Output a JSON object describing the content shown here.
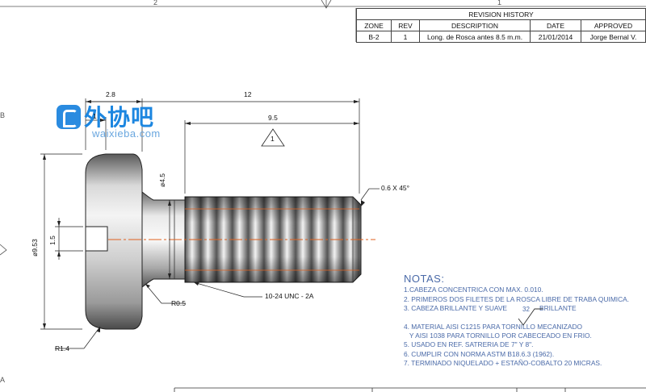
{
  "zones": {
    "top": [
      "2",
      "1"
    ],
    "left": [
      "B",
      "A"
    ]
  },
  "revision_table": {
    "title": "REVISION HISTORY",
    "headers": [
      "ZONE",
      "REV",
      "DESCRIPTION",
      "DATE",
      "APPROVED"
    ],
    "rows": [
      [
        "B-2",
        "1",
        "Long. de Rosca antes 8.5 m.m.",
        "21/01/2014",
        "Jorge Bernal V."
      ]
    ]
  },
  "watermark": {
    "brand_cn": "外协吧",
    "url": "waixieba.com"
  },
  "dimensions": {
    "head_length": "2.8",
    "head_inner": "1",
    "total_length": "12",
    "thread_length": "9.5",
    "rev_marker": "1",
    "neck_diameter": "ø4.5",
    "head_diameter": "ø9.53",
    "slot_width": "1.5",
    "chamfer": "0.6 X 45°",
    "thread_spec": "10-24 UNC - 2A",
    "fillet": "R0.5",
    "head_radius": "R1.4"
  },
  "notes": {
    "title": "NOTAS:",
    "lines": [
      "1.CABEZA CONCENTRICA CON MAX. 0.010.",
      "2. PRIMEROS DOS FILETES DE LA ROSCA LIBRE DE TRABA QUIMICA.",
      "3. CABEZA BRILLANTE Y SUAVE",
      "",
      "4. MATERIAL AISI C1215 PARA TORNILLO MECANIZADO",
      "   Y AISI 1038 PARA TORNILLO POR CABECEADO EN FRIO.",
      "5. USADO EN REF. SATRERIA DE 7\" Y 8\".",
      "6. CUMPLIR CON NORMA ASTM B18.6.3 (1962).",
      "7. TERMINADO NIQUELADO + ESTAÑO-COBALTO 20 MICRAS."
    ],
    "finish_value": "32",
    "finish_label": "BRILLANTE"
  },
  "colors": {
    "center_line": "#e0621f",
    "dimension_line": "#222222",
    "notes_text": "#4a6aa8",
    "watermark_blue": "#1c86e0"
  }
}
